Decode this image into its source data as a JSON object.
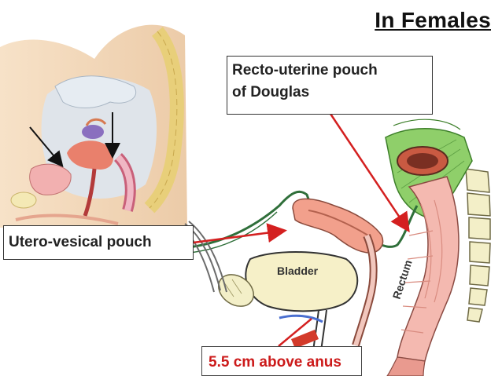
{
  "title": "In Females",
  "labels": {
    "douglas_line1": "Recto-uterine pouch",
    "douglas_line2": "of Douglas",
    "utero_vesical": "Utero-vesical pouch",
    "anus_distance": "5.5 cm above anus"
  },
  "organ_labels": {
    "bladder": "Bladder",
    "rectum": "Rectum"
  },
  "colors": {
    "arrow": "#d42020",
    "uterus": "#f2a08c",
    "rectum": "#f4b9b0",
    "peritoneum": "#8fcf6a",
    "bladder": "#f6f0c8",
    "bone": "#f3efc8"
  }
}
